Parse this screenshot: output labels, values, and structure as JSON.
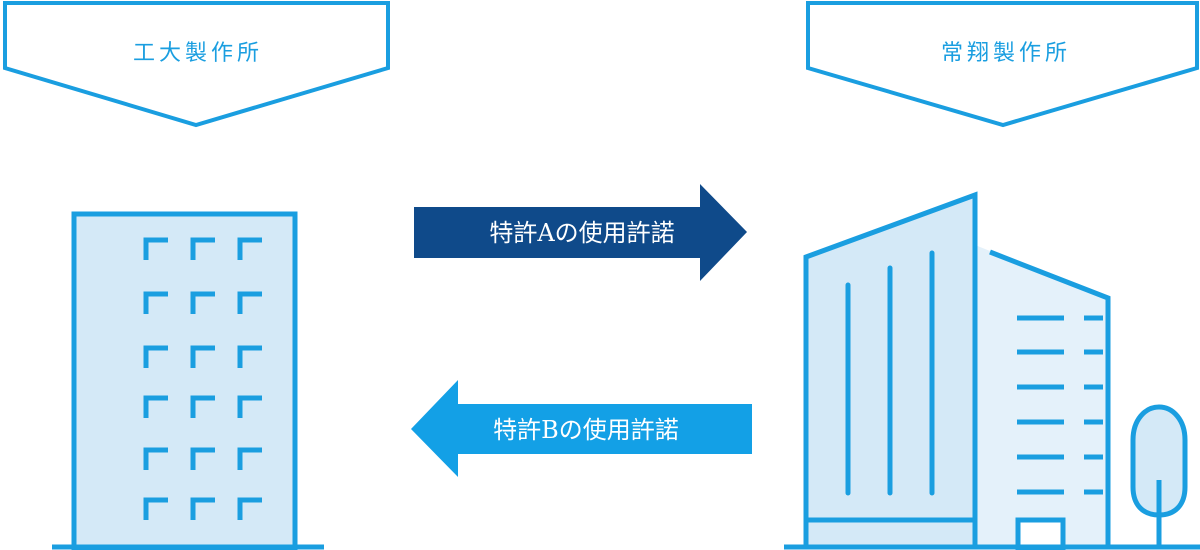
{
  "companies": {
    "left": {
      "name": "工大製作所"
    },
    "right": {
      "name": "常翔製作所"
    }
  },
  "arrows": {
    "to_right": {
      "label": "特許Aの使用許諾",
      "color": "#0f4a8a"
    },
    "to_left": {
      "label": "特許Bの使用許諾",
      "color": "#13a0e6"
    }
  },
  "colors": {
    "stroke": "#1a9ee0",
    "fill_light": "#d4e9f7",
    "fill_lighter": "#e4f1fa"
  },
  "icons": [
    "building-icon",
    "office-building-icon",
    "tree-icon"
  ]
}
